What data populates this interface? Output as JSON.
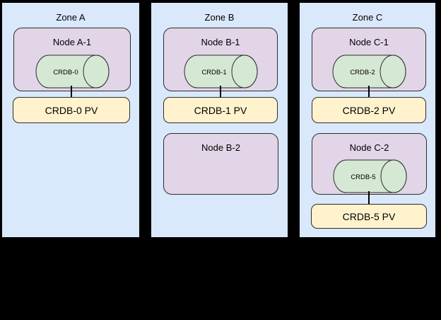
{
  "diagram": {
    "description": "Three-zone CockroachDB topology with nodes, CRDB pods and persistent volumes"
  },
  "colors": {
    "background": "#000000",
    "zone_fill": "#dae8fc",
    "node_fill": "#e1d5e7",
    "pod_fill": "#d5e8d4",
    "pv_fill": "#fff2cc",
    "border": "#000000"
  },
  "zones": [
    {
      "label": "Zone A",
      "nodes": [
        {
          "label": "Node A-1",
          "pod": "CRDB-0",
          "pv": "CRDB-0 PV"
        }
      ]
    },
    {
      "label": "Zone B",
      "nodes": [
        {
          "label": "Node B-1",
          "pod": "CRDB-1",
          "pv": "CRDB-1 PV"
        },
        {
          "label": "Node B-2"
        }
      ]
    },
    {
      "label": "Zone C",
      "nodes": [
        {
          "label": "Node C-1",
          "pod": "CRDB-2",
          "pv": "CRDB-2 PV"
        },
        {
          "label": "Node C-2",
          "pod": "CRDB-5",
          "pv": "CRDB-5 PV"
        }
      ]
    }
  ]
}
